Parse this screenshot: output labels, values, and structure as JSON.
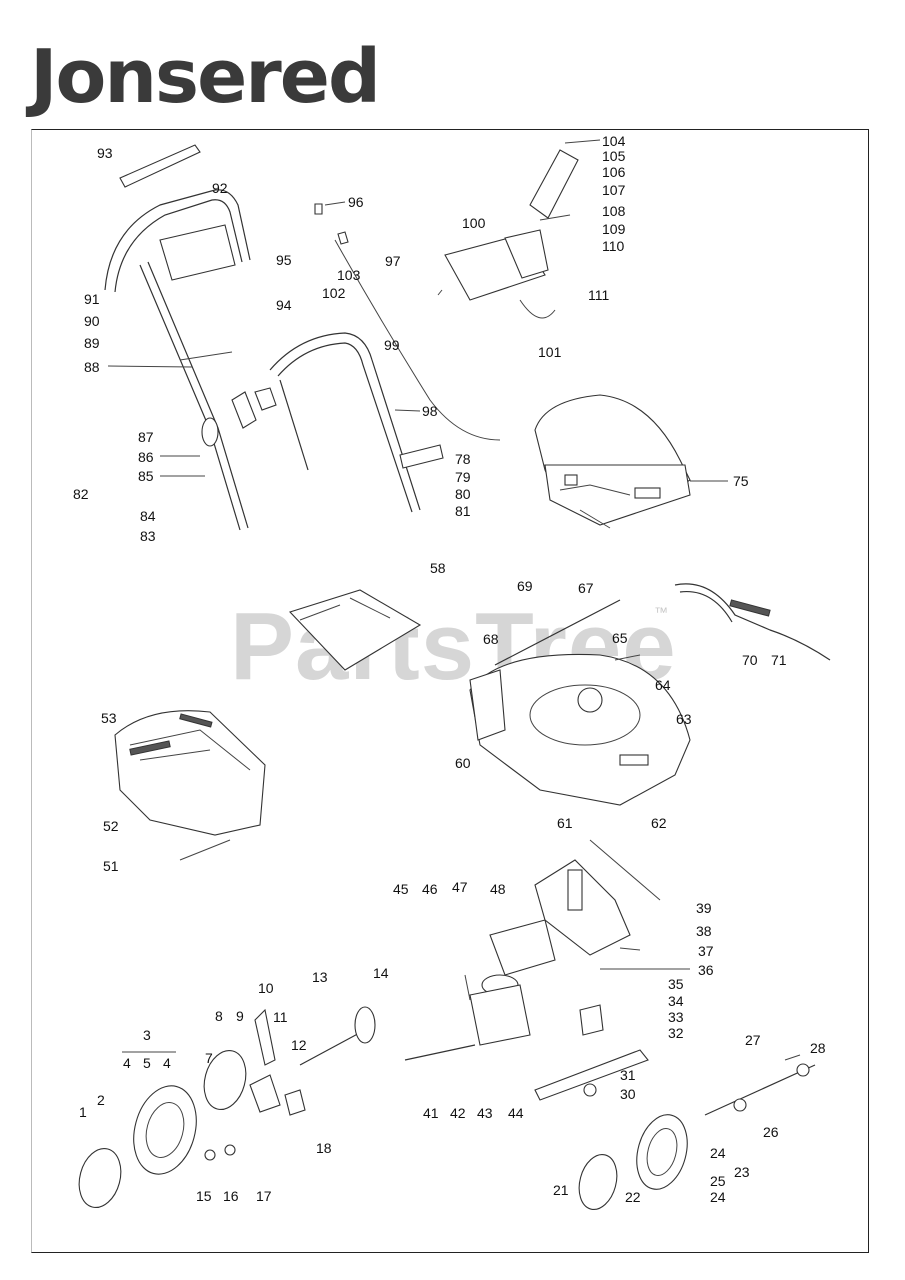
{
  "brand": "Jonsered",
  "watermark": "PartsTree",
  "watermark_tm": "™",
  "callouts": [
    "93",
    "92",
    "96",
    "95",
    "94",
    "91",
    "90",
    "89",
    "88",
    "97",
    "103",
    "102",
    "104",
    "105",
    "106",
    "107",
    "108",
    "109",
    "110",
    "100",
    "111",
    "101",
    "99",
    "98",
    "87",
    "86",
    "85",
    "82",
    "84",
    "83",
    "78",
    "79",
    "80",
    "81",
    "75",
    "58",
    "69",
    "67",
    "68",
    "65",
    "70",
    "71",
    "64",
    "63",
    "60",
    "61",
    "62",
    "53",
    "52",
    "51",
    "45",
    "46",
    "47",
    "48",
    "39",
    "38",
    "37",
    "36",
    "35",
    "34",
    "33",
    "32",
    "31",
    "30",
    "27",
    "28",
    "26",
    "24",
    "23",
    "25",
    "21",
    "22",
    "14",
    "13",
    "10",
    "8",
    "9",
    "11",
    "3",
    "4",
    "5",
    "7",
    "12",
    "1",
    "2",
    "15",
    "16",
    "17",
    "18",
    "41",
    "42",
    "43",
    "44"
  ]
}
